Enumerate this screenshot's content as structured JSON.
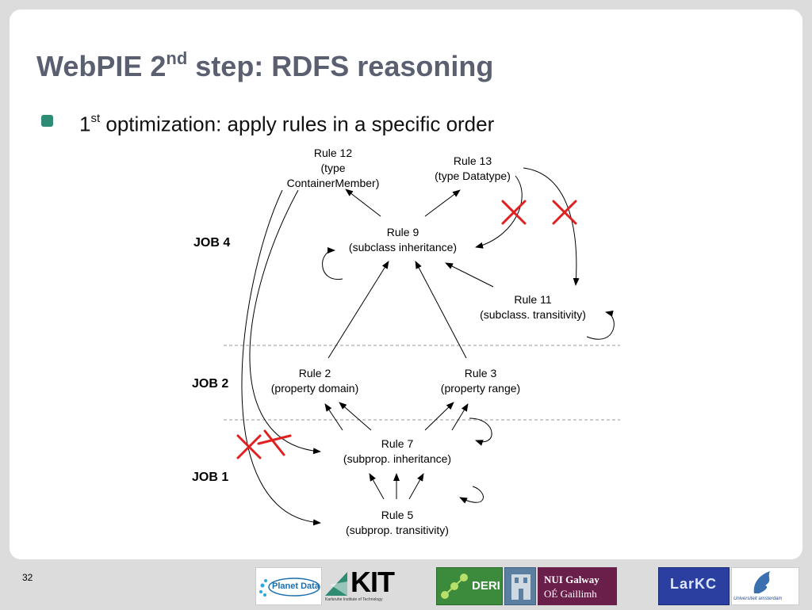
{
  "slide": {
    "title_main": "WebPIE 2",
    "title_sup": "nd",
    "title_rest": " step: RDFS reasoning",
    "bullet_pre": "1",
    "bullet_sup": "st",
    "bullet_rest": " optimization: apply rules in a specific order",
    "page_number": "32"
  },
  "jobs": {
    "job4": "JOB 4",
    "job2": "JOB 2",
    "job1": "JOB 1"
  },
  "rules": {
    "rule12": {
      "name": "Rule 12",
      "desc_line1": "(type",
      "desc_line2": "ContainerMember)"
    },
    "rule13": {
      "name": "Rule 13",
      "desc": "(type Datatype)"
    },
    "rule9": {
      "name": "Rule 9",
      "desc": "(subclass inheritance)"
    },
    "rule11": {
      "name": "Rule 11",
      "desc": "(subclass. transitivity)"
    },
    "rule2": {
      "name": "Rule 2",
      "desc": "(property domain)"
    },
    "rule3": {
      "name": "Rule 3",
      "desc": "(property range)"
    },
    "rule7": {
      "name": "Rule 7",
      "desc": "(subprop. inheritance)"
    },
    "rule5": {
      "name": "Rule 5",
      "desc": "(subprop. transitivity)"
    }
  },
  "colors": {
    "title": "#5a6070",
    "bullet": "#2e8b74",
    "cross": "#e02020",
    "divider": "#999999"
  },
  "logos": {
    "planetdata": "Planet Data",
    "kit": "KIT",
    "kit_sub": "Karlsruhe Institute of Technology",
    "deri": "DERI",
    "nui_line1": "NUI Galway",
    "nui_line2": "OÉ Gaillimh",
    "larkc": "LarKC",
    "vu": "Universiteit amsterdam"
  }
}
